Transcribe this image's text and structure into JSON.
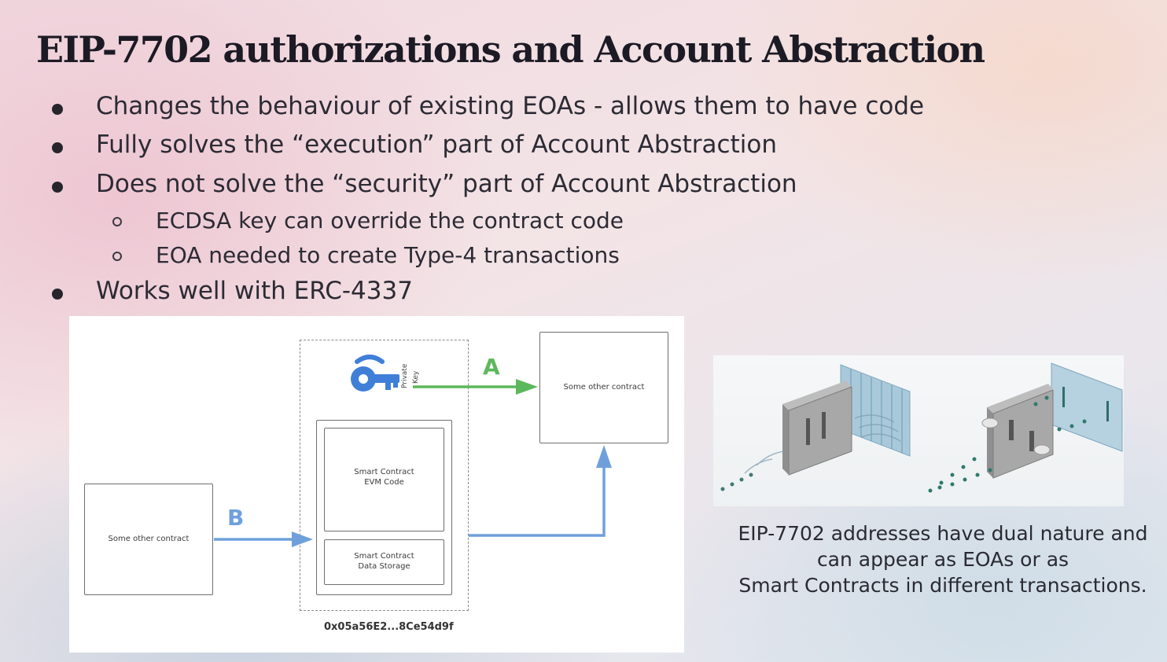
{
  "slide": {
    "title": "EIP-7702 authorizations and Account Abstraction",
    "bullets": [
      "Changes the behaviour of existing EOAs - allows them to have code",
      "Fully solves the “execution” part of Account Abstraction",
      "Does not solve the “security” part of Account Abstraction",
      "Works well with ERC-4337"
    ],
    "sub_bullets": [
      "ECDSA key can override the contract code",
      "EOA needed to create Type-4 transactions"
    ]
  },
  "diagram": {
    "left_contract": "Some other contract",
    "right_contract": "Some other contract",
    "smart_contract_code_line1": "Smart Contract",
    "smart_contract_code_line2": "EVM Code",
    "smart_contract_storage_line1": "Smart Contract",
    "smart_contract_storage_line2": "Data Storage",
    "private_key_label_line1": "Private",
    "private_key_label_line2": "Key",
    "arrow_a_label": "A",
    "arrow_b_label": "B",
    "address": "0x05a56E2...8Ce54d9f",
    "colors": {
      "green": "#5cb85c",
      "blue": "#6fa0dc",
      "key": "#3f7fd8"
    },
    "icons": [
      "key-icon"
    ]
  },
  "caption": {
    "line1": "EIP-7702 addresses have dual nature and",
    "line2": "can appear as EOAs or as",
    "line3": "Smart Contracts in different transactions."
  }
}
